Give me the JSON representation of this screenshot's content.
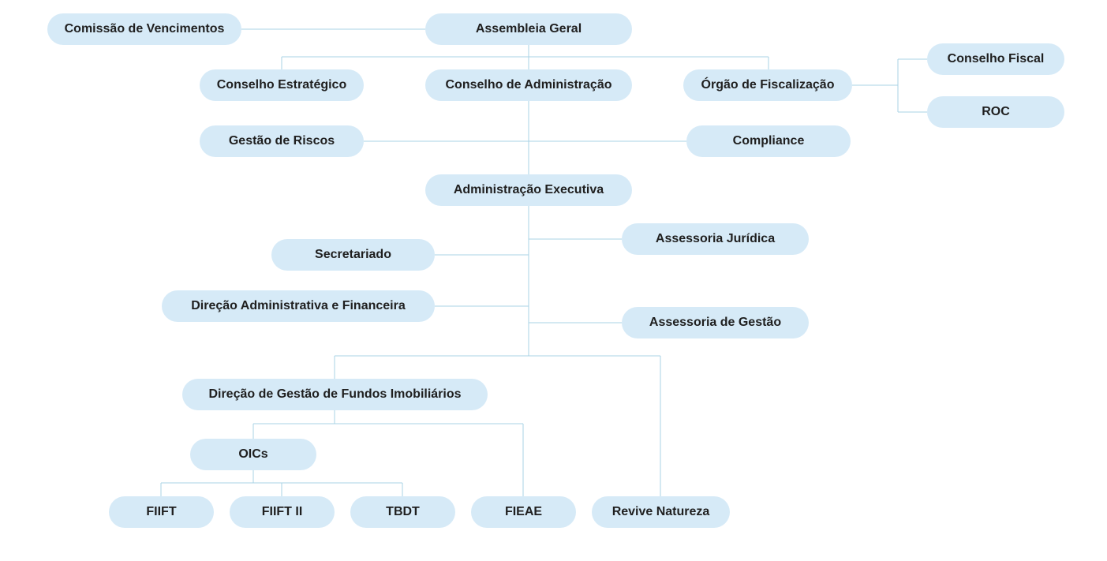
{
  "nodes": {
    "comissao_vencimentos": "Comissão de Vencimentos",
    "assembleia_geral": "Assembleia Geral",
    "conselho_estrategico": "Conselho Estratégico",
    "conselho_administracao": "Conselho de Administração",
    "orgao_fiscalizacao": "Órgão de Fiscalização",
    "conselho_fiscal": "Conselho Fiscal",
    "roc": "ROC",
    "gestao_riscos": "Gestão de Riscos",
    "compliance": "Compliance",
    "administracao_executiva": "Administração Executiva",
    "assessoria_juridica": "Assessoria Jurídica",
    "secretariado": "Secretariado",
    "direcao_administrativa": "Direção Administrativa e Financeira",
    "assessoria_gestao": "Assessoria de Gestão",
    "direcao_fundos": "Direção de Gestão de Fundos Imobiliários",
    "oics": "OICs",
    "fiift": "FIIFT",
    "fiift_ii": "FIIFT II",
    "tbdt": "TBDT",
    "fieae": "FIEAE",
    "revive_natureza": "Revive Natureza"
  },
  "colors": {
    "node_fill": "#d6eaf7",
    "connector": "#a9d3e6",
    "text": "#1f1f1f"
  }
}
